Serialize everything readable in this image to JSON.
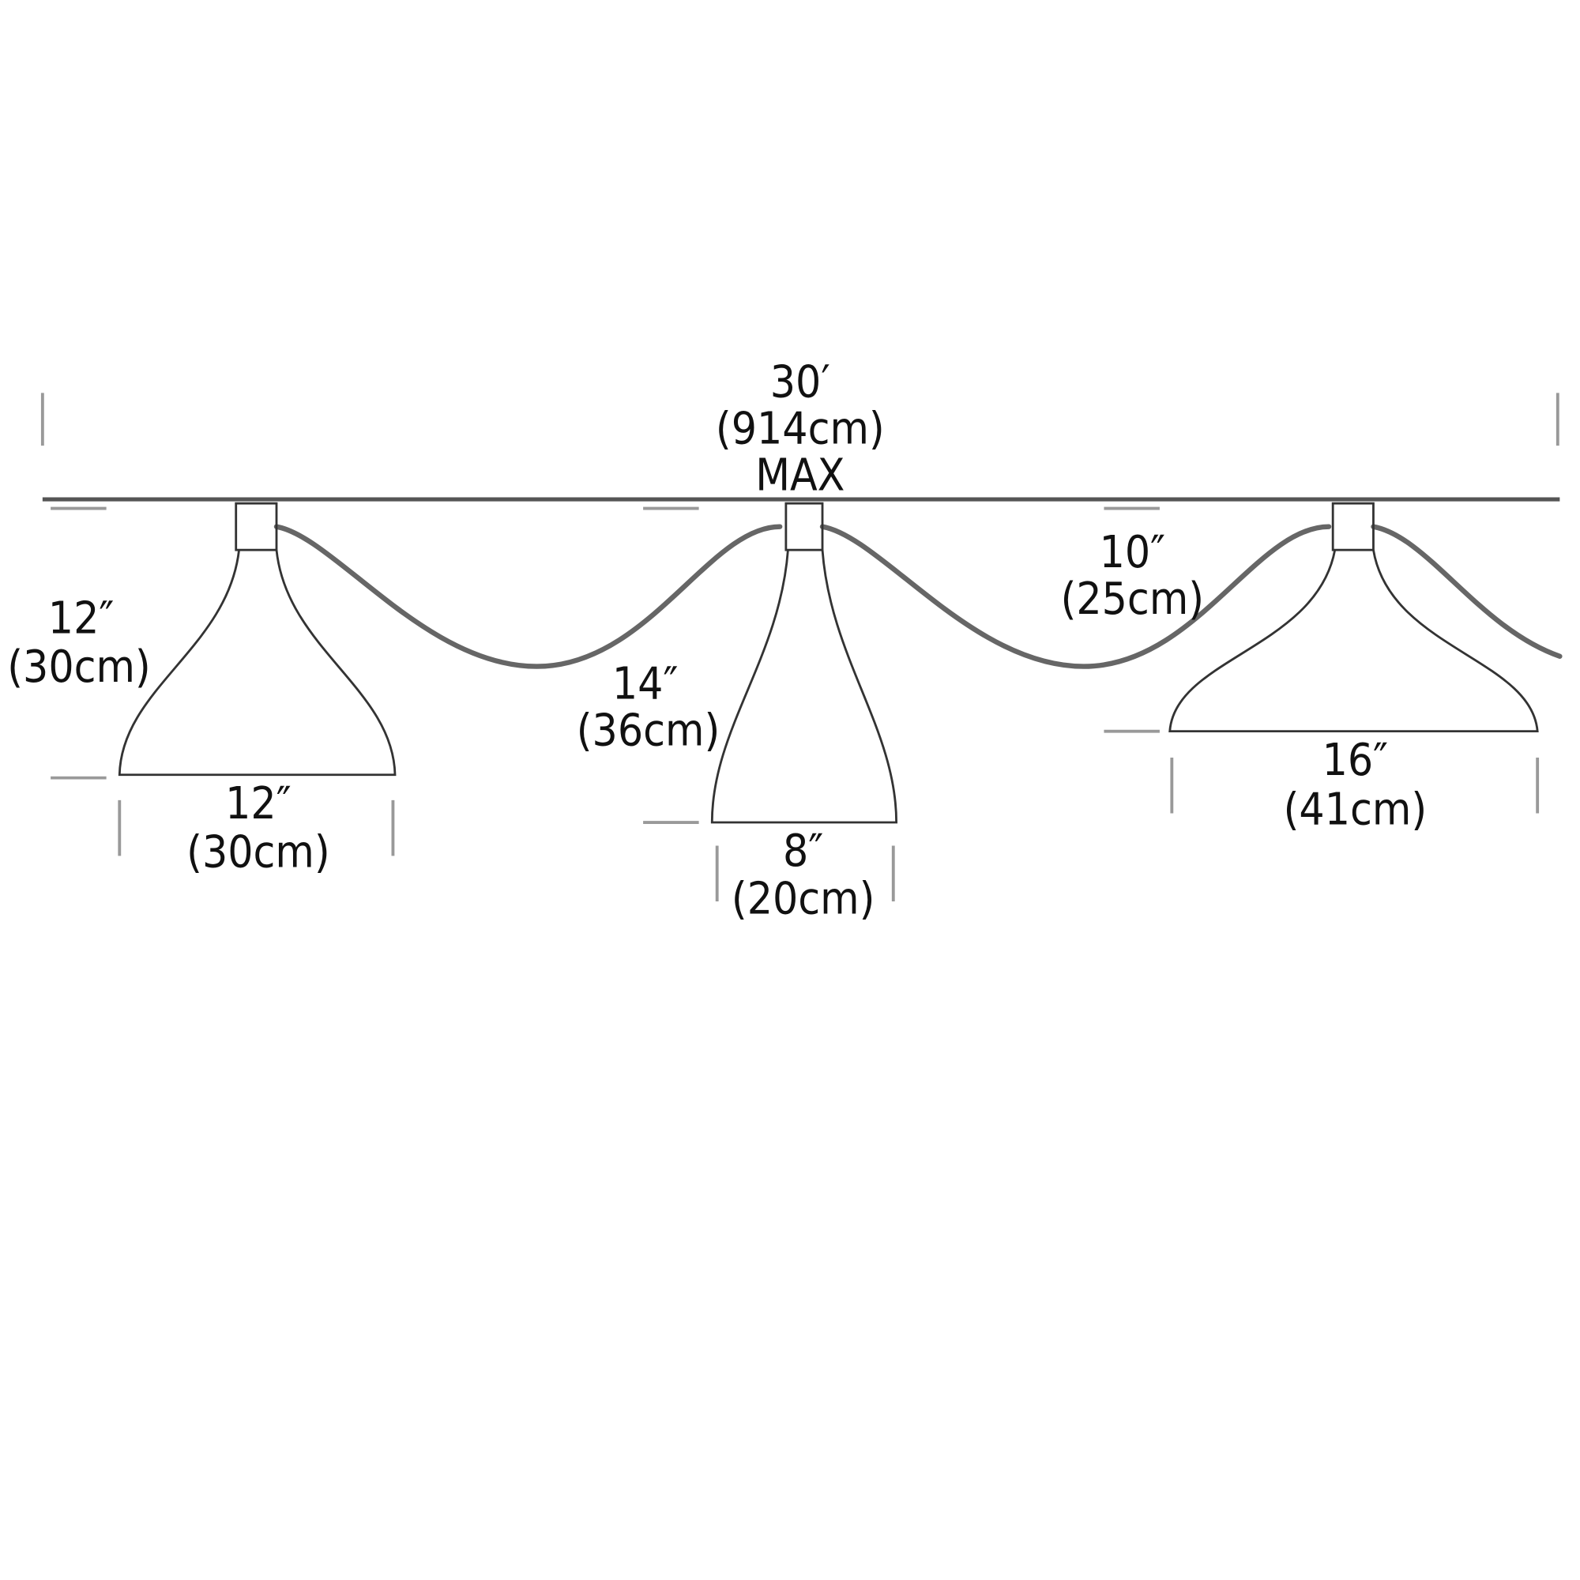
{
  "title": "Pendant chain dimension diagram",
  "overall": {
    "length": "30′",
    "metric": "(914cm)",
    "note": "MAX"
  },
  "pendants": [
    {
      "height": "12″",
      "height_metric": "(30cm)",
      "width": "12″",
      "width_metric": "(30cm)"
    },
    {
      "height": "14″",
      "height_metric": "(36cm)",
      "width": "8″",
      "width_metric": "(20cm)"
    },
    {
      "height": "10″",
      "height_metric": "(25cm)",
      "width": "16″",
      "width_metric": "(41cm)"
    }
  ],
  "colors": {
    "line": "#333333",
    "cable": "#666666",
    "dim_tick": "#999999"
  }
}
